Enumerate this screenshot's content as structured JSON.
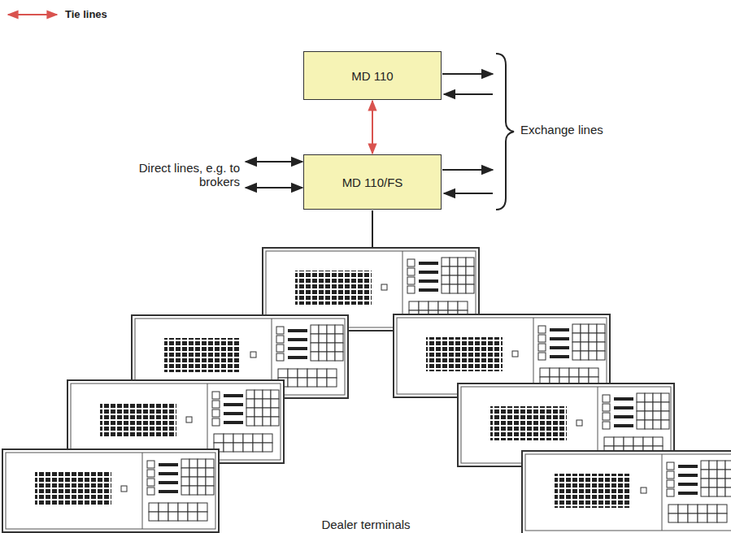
{
  "diagram": {
    "nodes": [
      {
        "text": [
          "MD 110"
        ]
      },
      {
        "text": [
          "MD 110/FS"
        ]
      }
    ],
    "edges": [
      {
        "from": 0,
        "to": 1,
        "arrow": "both"
      }
    ],
    "labels": [
      "Exchange lines",
      "Direct lines, e.g. to brokers",
      "Dealer terminals"
    ],
    "legend": [
      {
        "text": "Tie lines"
      }
    ]
  }
}
